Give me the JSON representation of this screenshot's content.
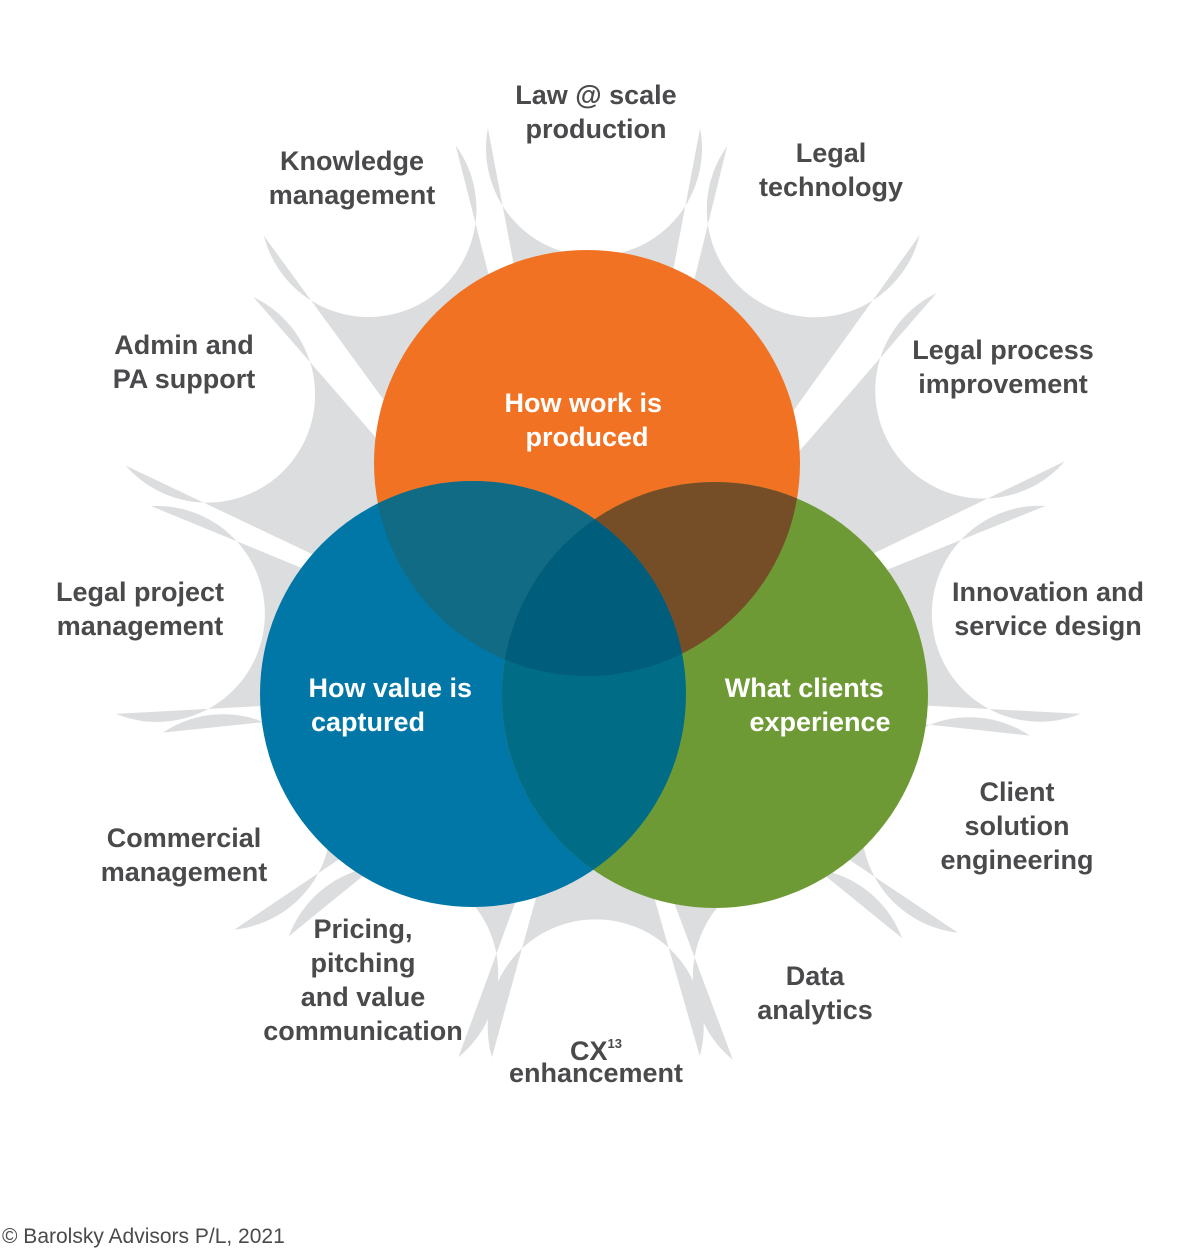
{
  "colors": {
    "petal": "#dcddde",
    "petal_text": "#4a4a4c",
    "orange": "#f07222",
    "blue": "#0077a6",
    "green": "#6e9a36",
    "overlap_orange_blue": "#116b85",
    "overlap_orange_green": "#754e28",
    "overlap_blue_green": "#006c86",
    "overlap_center": "#005e7c"
  },
  "circles": {
    "top": {
      "line1": "How work is",
      "line2": "produced"
    },
    "left": {
      "line1": "How value is",
      "line2": "captured"
    },
    "right": {
      "line1": "What clients",
      "line2": "experience"
    }
  },
  "petals": [
    {
      "id": "law-at-scale",
      "lines": [
        "Law @ scale",
        "production"
      ]
    },
    {
      "id": "legal-technology",
      "lines": [
        "Legal",
        "technology"
      ]
    },
    {
      "id": "legal-process-improvement",
      "lines": [
        "Legal process",
        "improvement"
      ]
    },
    {
      "id": "innovation-service-design",
      "lines": [
        "Innovation and",
        "service design"
      ]
    },
    {
      "id": "client-solution-engineering",
      "lines": [
        "Client",
        "solution",
        "engineering"
      ]
    },
    {
      "id": "data-analytics",
      "lines": [
        "Data",
        "analytics"
      ]
    },
    {
      "id": "cx-enhancement",
      "lines": [
        "CX",
        "enhancement"
      ],
      "superscript": "13"
    },
    {
      "id": "pricing-pitching",
      "lines": [
        "Pricing,",
        "pitching",
        "and value",
        "communication"
      ]
    },
    {
      "id": "commercial-management",
      "lines": [
        "Commercial",
        "management"
      ]
    },
    {
      "id": "legal-project-management",
      "lines": [
        "Legal project",
        "management"
      ]
    },
    {
      "id": "admin-pa-support",
      "lines": [
        "Admin and",
        "PA support"
      ]
    },
    {
      "id": "knowledge-management",
      "lines": [
        "Knowledge",
        "management"
      ]
    }
  ],
  "footer": {
    "copyright": "© Barolsky Advisors P/L, 2021"
  }
}
